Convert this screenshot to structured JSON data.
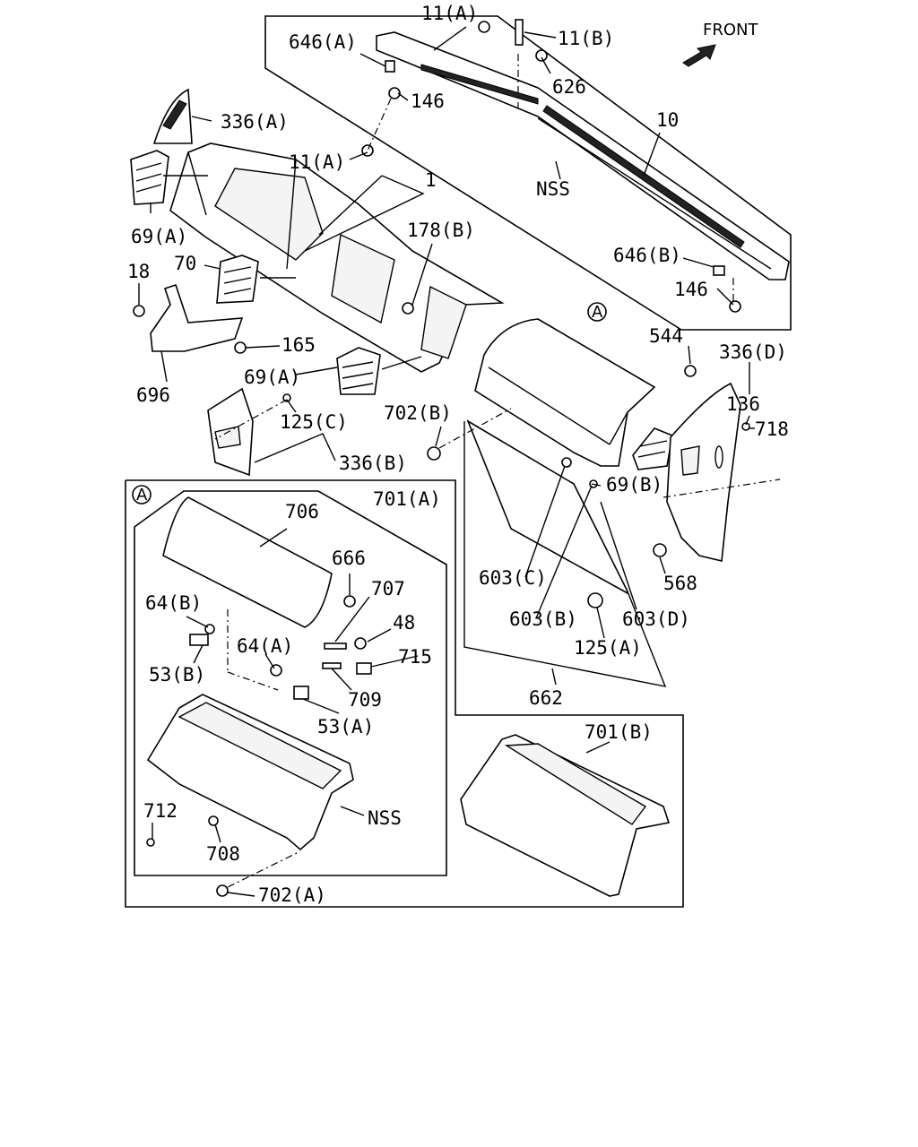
{
  "front_label": "FRONT",
  "section_marker": "A",
  "labels": {
    "l_11a_top": "11(A)",
    "l_11b": "11(B)",
    "l_646a": "646(A)",
    "l_626": "626",
    "l_146_top": "146",
    "l_336a": "336(A)",
    "l_10": "10",
    "l_11a_mid": "11(A)",
    "l_nss_top": "NSS",
    "l_1": "1",
    "l_69a_left": "69(A)",
    "l_178b": "178(B)",
    "l_646b": "646(B)",
    "l_18": "18",
    "l_70": "70",
    "l_146_right": "146",
    "l_165": "165",
    "l_544": "544",
    "l_336d": "336(D)",
    "l_69a_low": "69(A)",
    "l_696": "696",
    "l_136": "136",
    "l_718": "718",
    "l_125c": "125(C)",
    "l_702b": "702(B)",
    "l_336b": "336(B)",
    "l_69b": "69(B)",
    "l_706": "706",
    "l_701a": "701(A)",
    "l_666": "666",
    "l_707": "707",
    "l_64b": "64(B)",
    "l_48": "48",
    "l_603c": "603(C)",
    "l_568": "568",
    "l_64a": "64(A)",
    "l_715": "715",
    "l_53b": "53(B)",
    "l_603b": "603(B)",
    "l_603d": "603(D)",
    "l_125a": "125(A)",
    "l_709": "709",
    "l_53a": "53(A)",
    "l_662": "662",
    "l_701b": "701(B)",
    "l_712": "712",
    "l_nss_low": "NSS",
    "l_708": "708",
    "l_702a": "702(A)"
  }
}
